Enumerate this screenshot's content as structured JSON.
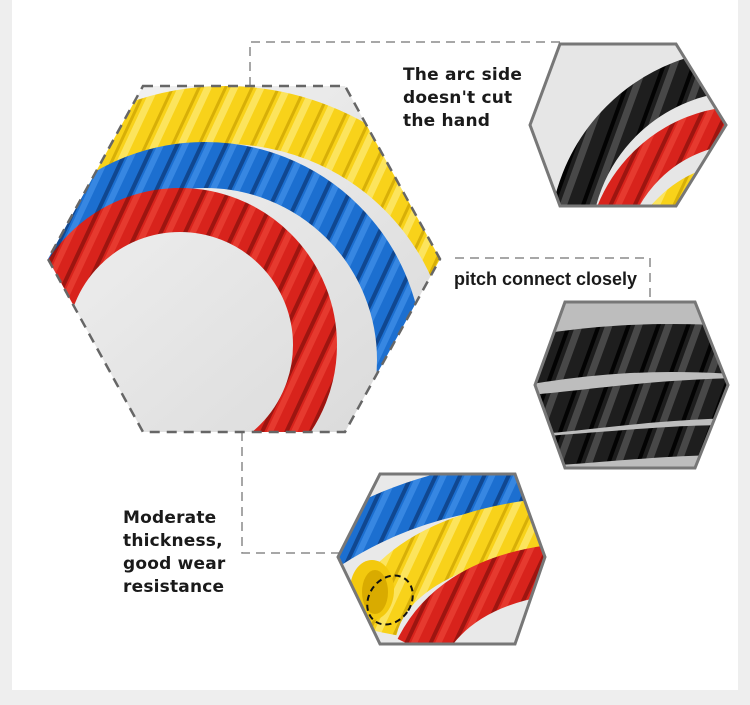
{
  "callouts": {
    "arc_side": "The arc side\ndoesn't cut\nthe hand",
    "pitch": "pitch connect closely",
    "thickness": "Moderate\nthickness,\ngood wear\nresistance"
  },
  "colors": {
    "background": "#eeeeee",
    "card": "#ffffff",
    "dash_line": "#8a8a8a",
    "hex_border": "#666666",
    "red": "#d8231c",
    "blue": "#1c6fd0",
    "yellow": "#f8d21a",
    "black": "#1e1e1e"
  },
  "icons": [
    "dashed-hexagon-frame",
    "spiral-wrap-photo"
  ]
}
